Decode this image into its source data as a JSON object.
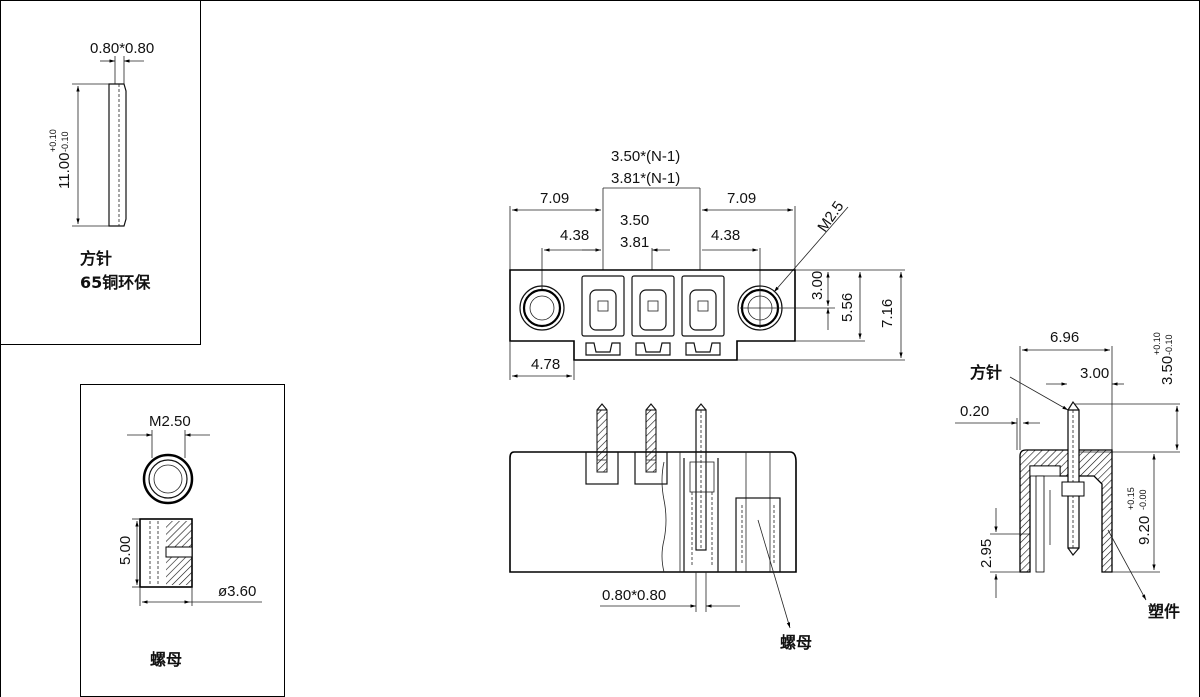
{
  "pin_box": {
    "dim_section": "0.80*0.80",
    "dim_length": "11.00",
    "tol_plus": "+0.10",
    "tol_minus": "-0.10",
    "title": "方针",
    "material": "65铜环保"
  },
  "nut_box": {
    "dim_thread": "M2.50",
    "dim_height": "5.00",
    "dim_diameter": "ø3.60",
    "title": "螺母"
  },
  "front_view": {
    "pitch_a_total": "3.50*(N-1)",
    "pitch_b_total": "3.81*(N-1)",
    "pitch_a": "3.50",
    "pitch_b": "3.81",
    "left_offset": "7.09",
    "right_offset": "7.09",
    "left_inner": "4.38",
    "right_inner": "4.38",
    "screw_thread": "M2.5",
    "flange_width": "4.78",
    "dim_300": "3.00",
    "dim_556": "5.56",
    "dim_716": "7.16"
  },
  "bottom_view": {
    "pin_section": "0.80*0.80",
    "nut_label": "螺母"
  },
  "side_view": {
    "width": "6.96",
    "pin_offset": "3.00",
    "wall": "0.20",
    "pin_label": "方针",
    "top_pin": "3.50",
    "top_tol_plus": "+0.10",
    "top_tol_minus": "-0.10",
    "body_height": "9.20",
    "body_tol_plus": "+0.15",
    "body_tol_minus": "-0.00",
    "bottom_gap": "2.95",
    "body_label": "塑件"
  }
}
